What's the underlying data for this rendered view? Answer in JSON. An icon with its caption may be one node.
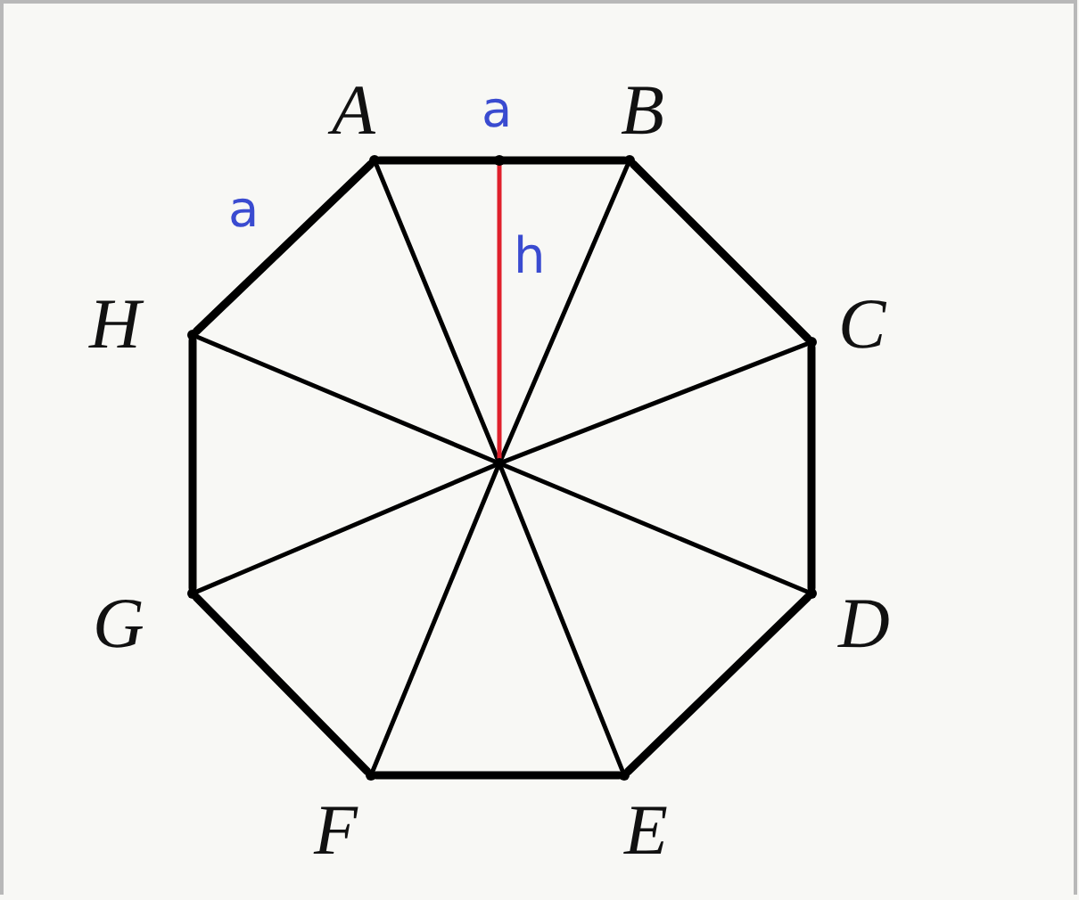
{
  "diagram": {
    "nodes": [
      {
        "text": [],
        "shape": "point",
        "beside": [
          "A"
        ]
      },
      {
        "text": [],
        "shape": "point",
        "beside": [
          "B"
        ]
      },
      {
        "text": [],
        "shape": "point",
        "beside": [
          "C"
        ]
      },
      {
        "text": [],
        "shape": "point",
        "beside": [
          "D"
        ]
      },
      {
        "text": [],
        "shape": "point",
        "beside": [
          "E"
        ]
      },
      {
        "text": [],
        "shape": "point",
        "beside": [
          "F"
        ]
      },
      {
        "text": [],
        "shape": "point",
        "beside": [
          "G"
        ]
      },
      {
        "text": [],
        "shape": "point",
        "beside": [
          "H"
        ]
      },
      {
        "text": [],
        "shape": "point"
      },
      {
        "text": [],
        "shape": "point"
      }
    ],
    "edges": [
      {
        "from": 0,
        "to": 1,
        "arrow": "none",
        "style": "thick"
      },
      {
        "from": 1,
        "to": 2,
        "arrow": "none",
        "style": "thick"
      },
      {
        "from": 2,
        "to": 3,
        "arrow": "none",
        "style": "thick"
      },
      {
        "from": 3,
        "to": 4,
        "arrow": "none",
        "style": "thick"
      },
      {
        "from": 4,
        "to": 5,
        "arrow": "none",
        "style": "thick"
      },
      {
        "from": 5,
        "to": 6,
        "arrow": "none",
        "style": "thick"
      },
      {
        "from": 6,
        "to": 7,
        "arrow": "none",
        "style": "thick"
      },
      {
        "from": 7,
        "to": 0,
        "arrow": "none",
        "style": "thick"
      },
      {
        "from": 9,
        "to": 0,
        "arrow": "none"
      },
      {
        "from": 9,
        "to": 1,
        "arrow": "none"
      },
      {
        "from": 9,
        "to": 2,
        "arrow": "none"
      },
      {
        "from": 9,
        "to": 3,
        "arrow": "none"
      },
      {
        "from": 9,
        "to": 4,
        "arrow": "none"
      },
      {
        "from": 9,
        "to": 5,
        "arrow": "none"
      },
      {
        "from": 9,
        "to": 6,
        "arrow": "none"
      },
      {
        "from": 9,
        "to": 7,
        "arrow": "none"
      },
      {
        "from": 9,
        "to": 8,
        "arrow": "none",
        "color": "#e0202c",
        "label": "h"
      }
    ],
    "labels": [
      "a",
      "a"
    ]
  }
}
